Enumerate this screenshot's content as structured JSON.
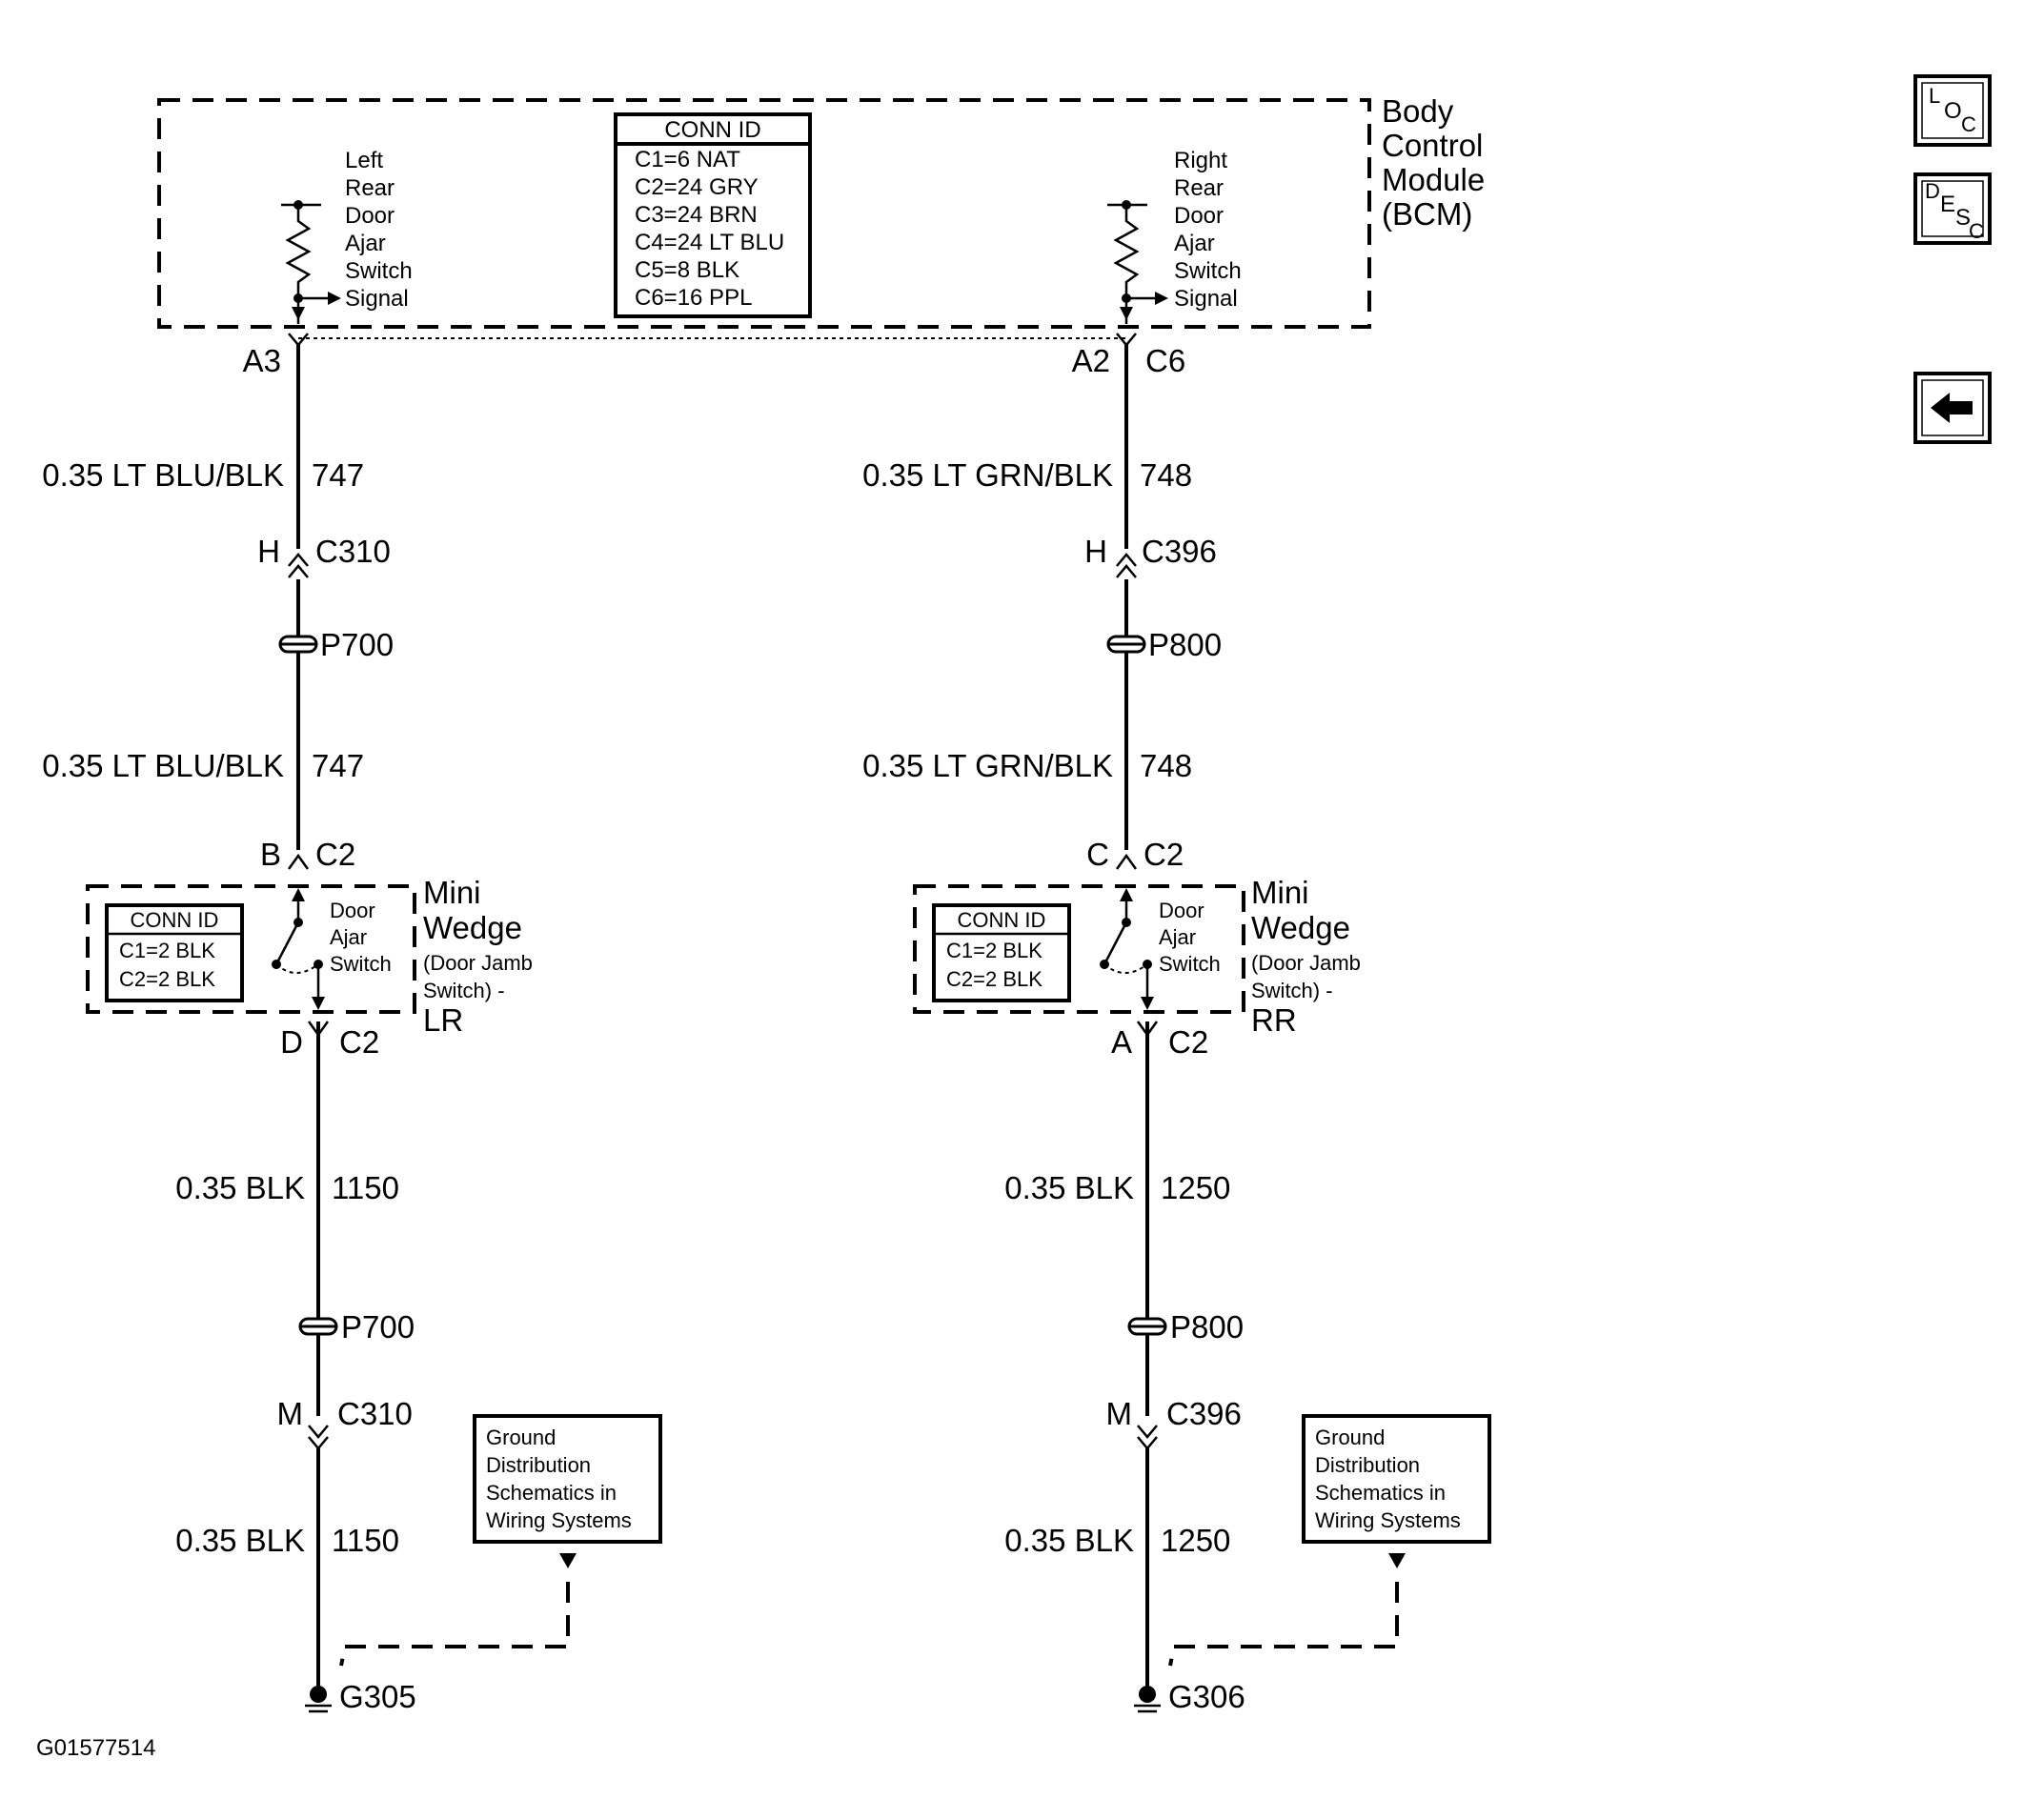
{
  "bcm": {
    "title_lines": [
      "Body",
      "Control",
      "Module",
      "(BCM)"
    ],
    "conn_id": {
      "header": "CONN ID",
      "rows": [
        "C1=6 NAT",
        "C2=24 GRY",
        "C3=24 BRN",
        "C4=24 LT BLU",
        "C5=8 BLK",
        "C6=16 PPL"
      ]
    },
    "left_signal_lines": [
      "Left",
      "Rear",
      "Door",
      "Ajar",
      "Switch",
      "Signal"
    ],
    "right_signal_lines": [
      "Right",
      "Rear",
      "Door",
      "Ajar",
      "Switch",
      "Signal"
    ]
  },
  "left": {
    "bcm_pin": "A3",
    "wire1": {
      "size_color": "0.35 LT BLU/BLK",
      "circuit": "747"
    },
    "conn1": {
      "pin": "H",
      "id": "C310"
    },
    "splice1": "P700",
    "wire2": {
      "size_color": "0.35 LT BLU/BLK",
      "circuit": "747"
    },
    "switch_in": {
      "pin": "B",
      "id": "C2"
    },
    "switch": {
      "conn_header": "CONN ID",
      "conn_rows": [
        "C1=2 BLK",
        "C2=2 BLK"
      ],
      "label_lines": [
        "Door",
        "Ajar",
        "Switch"
      ],
      "name_lines": [
        "Mini",
        "Wedge"
      ],
      "sub_lines": [
        "(Door Jamb",
        "Switch) -",
        "LR"
      ]
    },
    "switch_out": {
      "pin": "D",
      "id": "C2"
    },
    "wire3": {
      "size_color": "0.35 BLK",
      "circuit": "1150"
    },
    "splice2": "P700",
    "conn2": {
      "pin": "M",
      "id": "C310"
    },
    "wire4": {
      "size_color": "0.35 BLK",
      "circuit": "1150"
    },
    "ground": "G305",
    "ground_note_lines": [
      "Ground",
      "Distribution",
      "Schematics in",
      "Wiring Systems"
    ]
  },
  "right": {
    "bcm_pin": "A2",
    "bcm_conn": "C6",
    "wire1": {
      "size_color": "0.35 LT GRN/BLK",
      "circuit": "748"
    },
    "conn1": {
      "pin": "H",
      "id": "C396"
    },
    "splice1": "P800",
    "wire2": {
      "size_color": "0.35 LT GRN/BLK",
      "circuit": "748"
    },
    "switch_in": {
      "pin": "C",
      "id": "C2"
    },
    "switch": {
      "conn_header": "CONN ID",
      "conn_rows": [
        "C1=2 BLK",
        "C2=2 BLK"
      ],
      "label_lines": [
        "Door",
        "Ajar",
        "Switch"
      ],
      "name_lines": [
        "Mini",
        "Wedge"
      ],
      "sub_lines": [
        "(Door Jamb",
        "Switch) -",
        "RR"
      ]
    },
    "switch_out": {
      "pin": "A",
      "id": "C2"
    },
    "wire3": {
      "size_color": "0.35 BLK",
      "circuit": "1250"
    },
    "splice2": "P800",
    "conn2": {
      "pin": "M",
      "id": "C396"
    },
    "wire4": {
      "size_color": "0.35 BLK",
      "circuit": "1250"
    },
    "ground": "G306",
    "ground_note_lines": [
      "Ground",
      "Distribution",
      "Schematics in",
      "Wiring Systems"
    ]
  },
  "icons": {
    "loc": {
      "name": "loc-icon",
      "letters": [
        "L",
        "O",
        "C"
      ]
    },
    "desc": {
      "name": "desc-icon",
      "letters": [
        "D",
        "E",
        "S",
        "C"
      ]
    },
    "back": {
      "name": "back-arrow-icon"
    }
  },
  "figure_id": "G01577514"
}
